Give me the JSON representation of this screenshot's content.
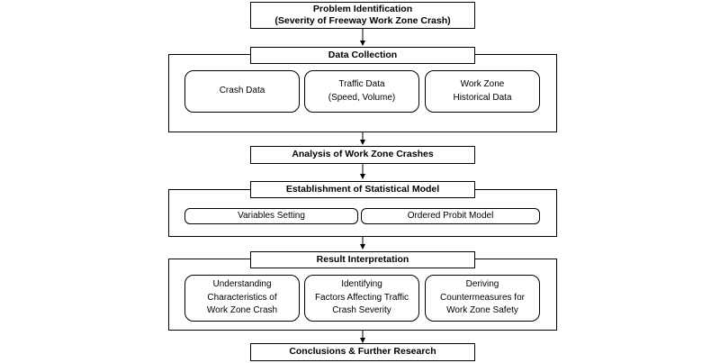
{
  "problem": {
    "line1": "Problem Identification",
    "line2": "(Severity of Freeway Work Zone Crash)"
  },
  "data_collection": {
    "title": "Data Collection",
    "items": [
      {
        "line1": "Crash Data",
        "line2": ""
      },
      {
        "line1": "Traffic Data",
        "line2": "(Speed, Volume)"
      },
      {
        "line1": "Work Zone",
        "line2": "Historical Data"
      }
    ]
  },
  "analysis": {
    "title": "Analysis of Work Zone Crashes"
  },
  "statistical_model": {
    "title": "Establishment of Statistical Model",
    "items": [
      "Variables Setting",
      "Ordered Probit Model"
    ]
  },
  "result": {
    "title": "Result Interpretation",
    "items": [
      {
        "line1": "Understanding",
        "line2": "Characteristics of",
        "line3": "Work Zone Crash"
      },
      {
        "line1": "Identifying",
        "line2": "Factors Affecting Traffic",
        "line3": "Crash Severity"
      },
      {
        "line1": "Deriving",
        "line2": "Countermeasures for",
        "line3": "Work Zone Safety"
      }
    ]
  },
  "conclusions": {
    "title": "Conclusions & Further Research"
  }
}
